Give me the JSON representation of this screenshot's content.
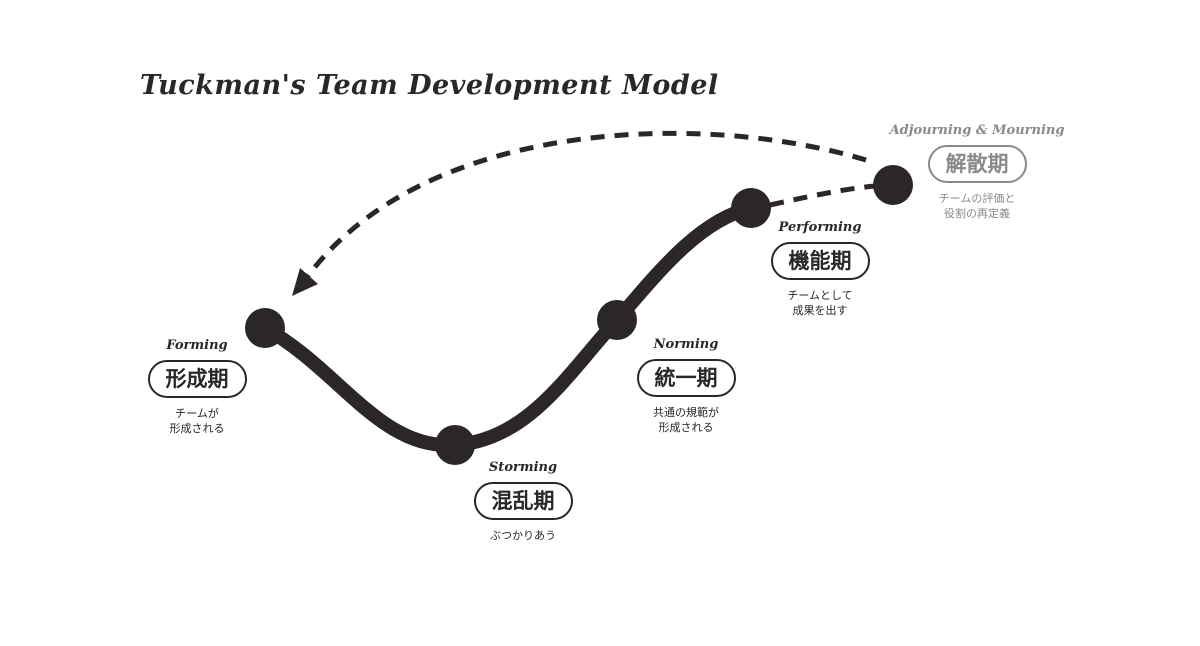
{
  "title": "Tuckman's Team Development Model",
  "stages": [
    {
      "en": "Forming",
      "jp": "形成期",
      "desc": [
        "チームが",
        "形成される"
      ]
    },
    {
      "en": "Storming",
      "jp": "混乱期",
      "desc": [
        "ぶつかりあう"
      ]
    },
    {
      "en": "Norming",
      "jp": "統一期",
      "desc": [
        "共通の規範が",
        "形成される"
      ]
    },
    {
      "en": "Performing",
      "jp": "機能期",
      "desc": [
        "チームとして",
        "成果を出す"
      ]
    },
    {
      "en": "Adjourning & Mourning",
      "jp": "解散期",
      "desc": [
        "チームの評価と",
        "役割の再定義"
      ]
    }
  ],
  "colors": {
    "ink": "#2b2727",
    "muted": "#8a8a8a"
  }
}
